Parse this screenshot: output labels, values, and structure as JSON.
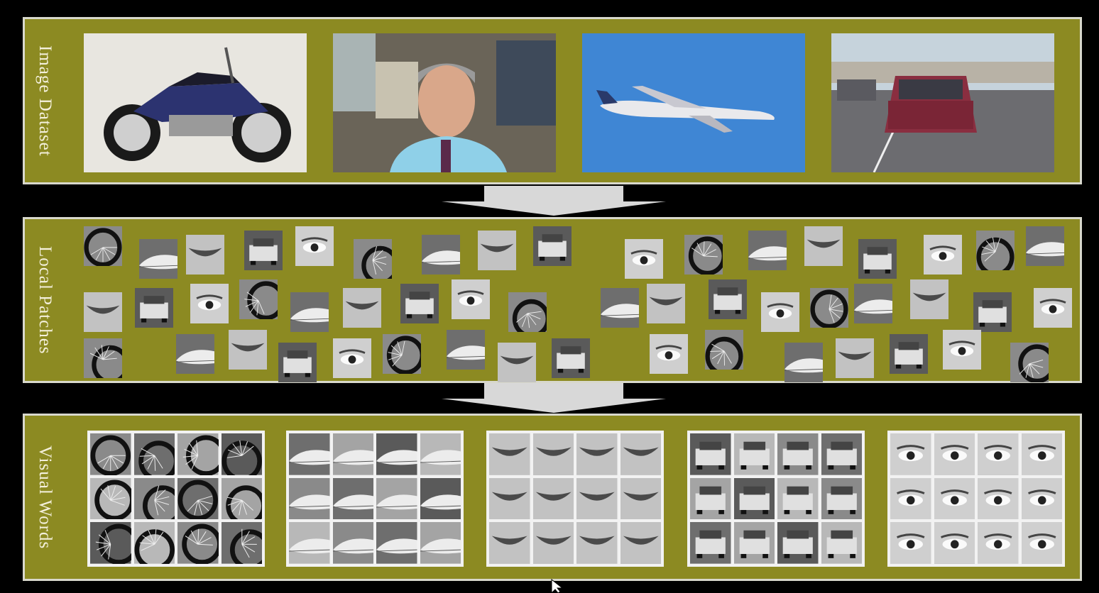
{
  "labels": {
    "dataset": "Image Dataset",
    "patches": "Local Patches",
    "words": "Visual Words"
  },
  "images": [
    "motorbike-photo",
    "person-photo",
    "airplane-photo",
    "car-photo"
  ],
  "patch_groups": [
    "motorbike-wheel",
    "airplane-nose",
    "face-mouth",
    "car-rear",
    "face-eye"
  ],
  "colors": {
    "panel": "#8c8a22",
    "panel_border": "#d8d8cc",
    "background": "#000000",
    "label_text": "#f4f0dc",
    "arrow": "#d8d8d8"
  }
}
